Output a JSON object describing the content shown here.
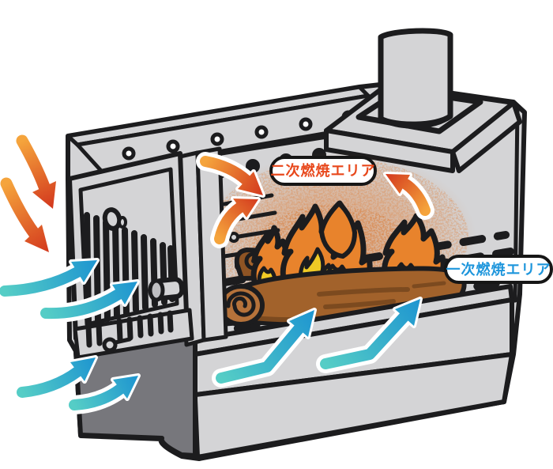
{
  "diagram": {
    "subject": "wood-stove-secondary-combustion-airflow",
    "labels": {
      "secondary_combustion": {
        "text": "二次燃焼エリア",
        "text_color": "#e8481c"
      },
      "primary_combustion": {
        "text": "一次燃焼エリア",
        "text_color": "#1e96dc"
      }
    },
    "colors": {
      "body_gray": "#d4d4d6",
      "outline": "#1c1c1e",
      "under_shadow": "#77777c",
      "flame_orange": "#e8832c",
      "flame_yellow": "#f0ca25",
      "log_brown": "#a2622b",
      "log_dark": "#7c4a1f",
      "glow_orange": "#dd7f3c",
      "hot_air_gradient": [
        "#f5a43c",
        "#d43b1e"
      ],
      "cold_air_gradient": [
        "#55cdc6",
        "#1f96d0"
      ]
    },
    "icons": {
      "hot_air_arrows": [
        "intake-top-left-upper-arrow",
        "intake-top-left-lower-arrow",
        "secondary-air-left-arrow",
        "secondary-air-rise-arrow",
        "secondary-air-right-arrow"
      ],
      "cold_air_arrows": [
        "door-vent-upper-arrow",
        "door-vent-lower-arrow",
        "bottom-vent-upper-arrow",
        "bottom-vent-lower-arrow",
        "under-grate-left-arrow",
        "under-grate-right-arrow"
      ]
    }
  }
}
